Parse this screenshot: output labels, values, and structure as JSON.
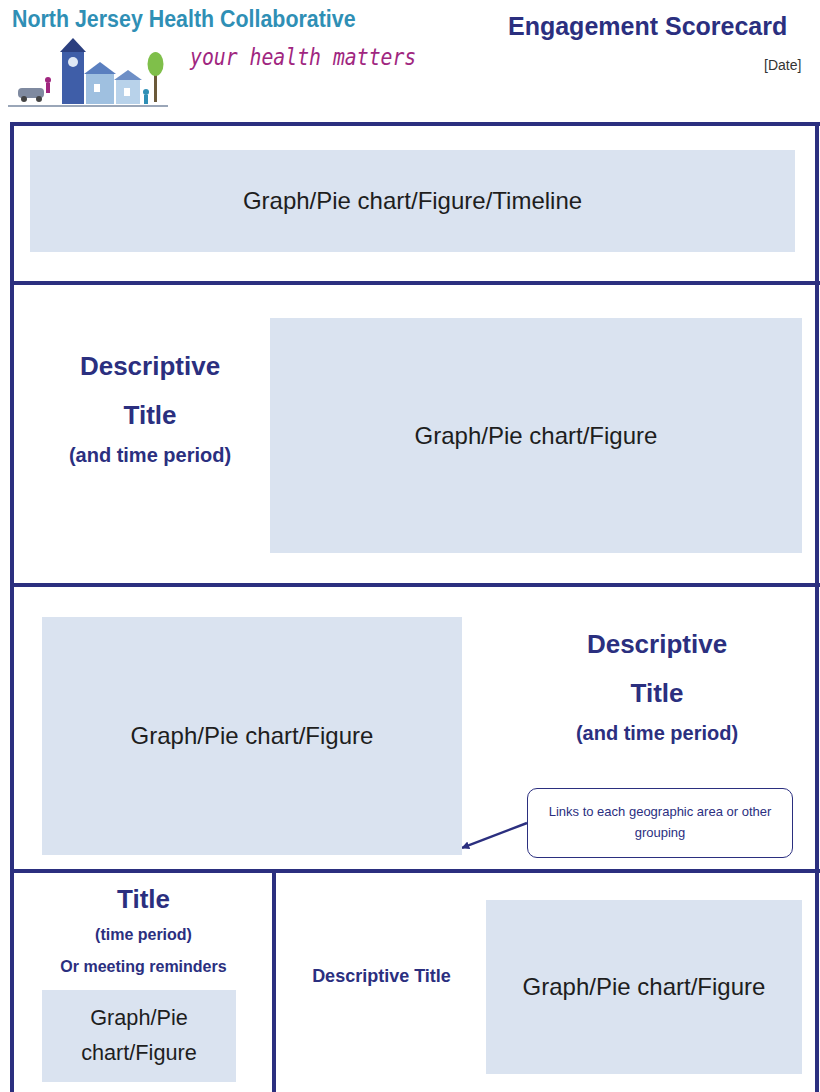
{
  "diagram": {
    "title": "Engagement Scorecard",
    "nodes": [
      {
        "text": [
          "Graph/Pie chart/Figure/Timeline"
        ]
      },
      {
        "text": [
          "Descriptive Title",
          "(and time period)"
        ]
      },
      {
        "text": [
          "Graph/Pie chart/Figure"
        ],
        "in": 1
      },
      {
        "text": [
          "Descriptive Title",
          "(and time period)"
        ]
      },
      {
        "text": [
          "Graph/Pie chart/Figure"
        ],
        "in": 3
      },
      {
        "text": [
          "Links to each geographic area or other grouping"
        ],
        "in": 3
      },
      {
        "text": [
          "Title",
          "(time period)",
          "Or meeting reminders"
        ]
      },
      {
        "text": [
          "Graph/Pie chart/Figure"
        ],
        "in": 6
      },
      {
        "text": [
          "Descriptive Title"
        ]
      },
      {
        "text": [
          "Graph/Pie chart/Figure"
        ],
        "in": 8
      }
    ],
    "edges": [
      {
        "from": 5,
        "to": 4,
        "arrow": "to"
      }
    ],
    "labels": [
      "North Jersey Health Collaborative",
      "your health matters",
      "[Date]"
    ]
  }
}
